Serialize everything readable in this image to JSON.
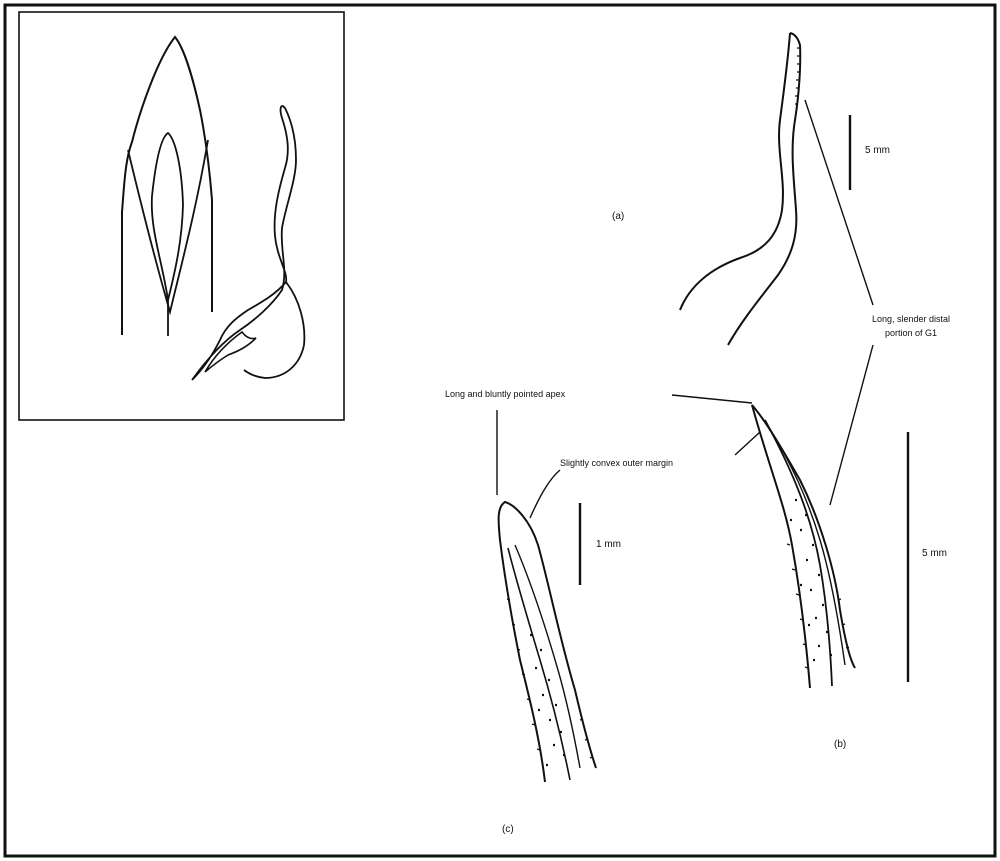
{
  "figure": {
    "panel_a_label": "(a)",
    "panel_b_label": "(b)",
    "panel_c_label": "(c)",
    "scale_a": "5 mm",
    "scale_b": "5 mm",
    "scale_c": "1 mm",
    "callout_apex": "Long and bluntly pointed apex",
    "callout_margin": "Slightly convex outer margin",
    "callout_distal_line1": "Long, slender distal",
    "callout_distal_line2": "portion of G1"
  },
  "colors": {
    "ink": "#111111",
    "background": "#ffffff"
  }
}
